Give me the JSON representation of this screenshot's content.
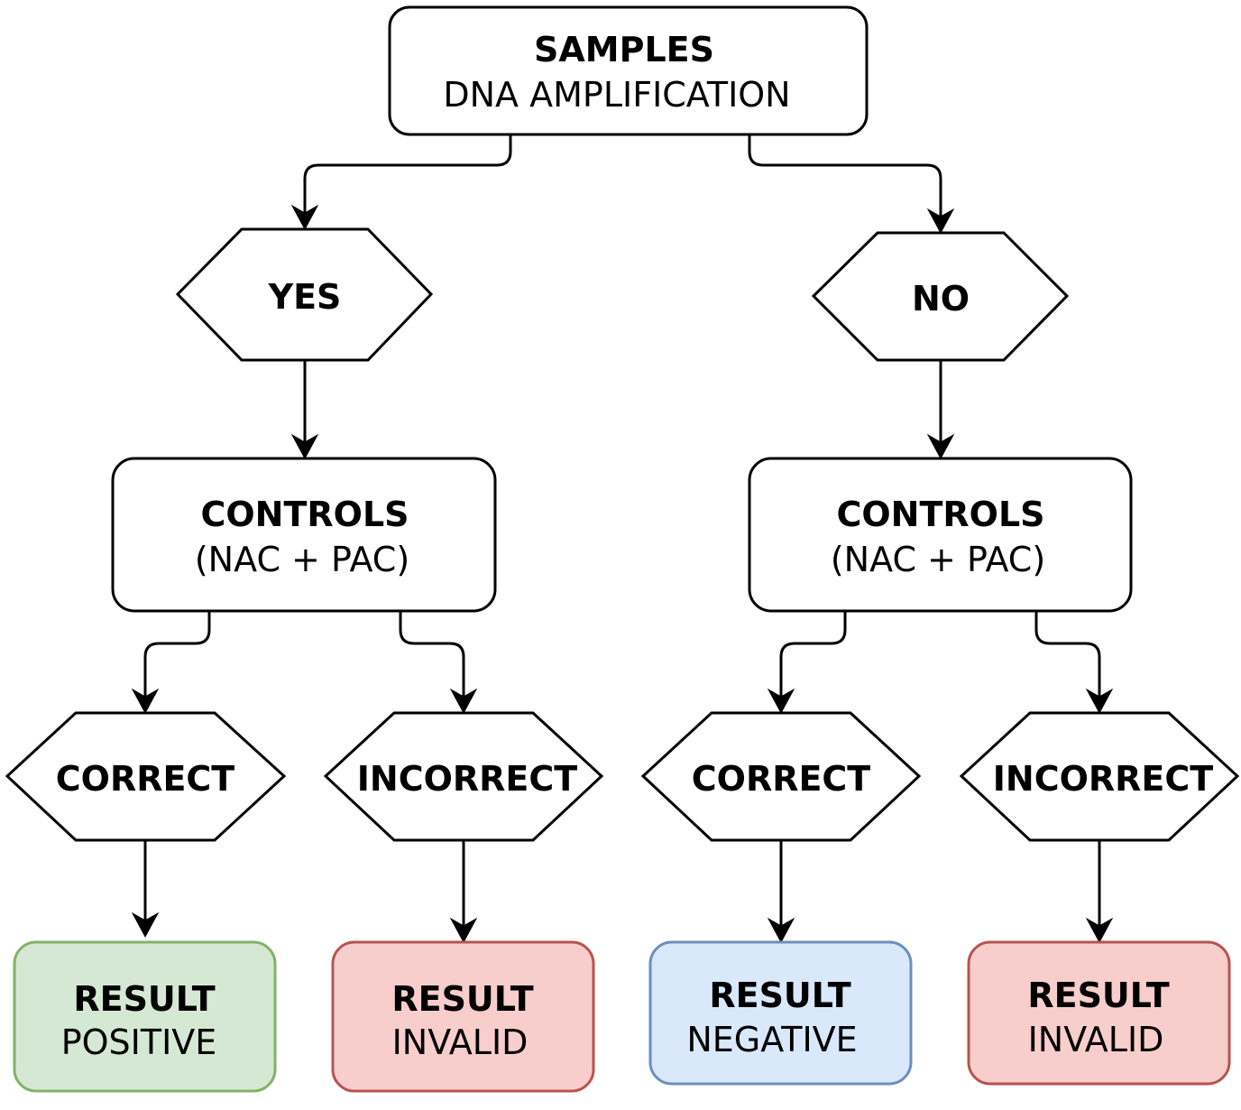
{
  "nodes": {
    "samples": {
      "title": "SAMPLES",
      "subtitle": "DNA AMPLIFICATION"
    },
    "yes": {
      "label": "YES"
    },
    "no": {
      "label": "NO"
    },
    "controls_left": {
      "title": "CONTROLS",
      "subtitle": "(NAC + PAC)"
    },
    "controls_right": {
      "title": "CONTROLS",
      "subtitle": "(NAC + PAC)"
    },
    "correct_left": {
      "label": "CORRECT"
    },
    "incorrect_left": {
      "label": "INCORRECT"
    },
    "correct_right": {
      "label": "CORRECT"
    },
    "incorrect_right": {
      "label": "INCORRECT"
    },
    "result_positive": {
      "title": "RESULT",
      "subtitle": "POSITIVE"
    },
    "result_invalid_left": {
      "title": "RESULT",
      "subtitle": "INVALID"
    },
    "result_negative": {
      "title": "RESULT",
      "subtitle": "NEGATIVE"
    },
    "result_invalid_right": {
      "title": "RESULT",
      "subtitle": "INVALID"
    }
  },
  "colors": {
    "default_fill": "#ffffff",
    "positive_fill": "#d5e8d4",
    "positive_stroke": "#82b366",
    "invalid_fill": "#f8cecc",
    "invalid_stroke": "#b85450",
    "negative_fill": "#dae8fc",
    "negative_stroke": "#6c8ebf",
    "line": "#000000"
  }
}
